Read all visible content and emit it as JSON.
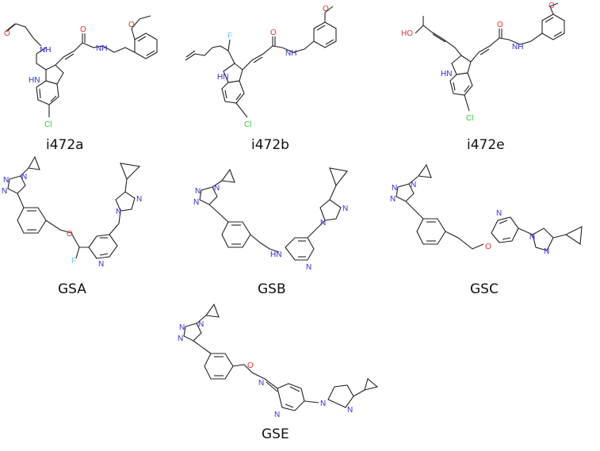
{
  "colors": {
    "bond": "#222222",
    "nitrogen": "#2b2bd9",
    "oxygen": "#e03030",
    "fluorine": "#5fc8e8",
    "chlorine": "#33cc33"
  },
  "compounds": [
    {
      "id": "i472a",
      "name": "i472a"
    },
    {
      "id": "i472b",
      "name": "i472b"
    },
    {
      "id": "i472e",
      "name": "i472e"
    },
    {
      "id": "GSA",
      "name": "GSA"
    },
    {
      "id": "GSB",
      "name": "GSB"
    },
    {
      "id": "GSC",
      "name": "GSC"
    },
    {
      "id": "GSE",
      "name": "GSE"
    }
  ],
  "atoms": {
    "N": "N",
    "NH": "NH",
    "HN": "HN",
    "O": "O",
    "F": "F",
    "Cl": "Cl",
    "HO": "HO"
  }
}
